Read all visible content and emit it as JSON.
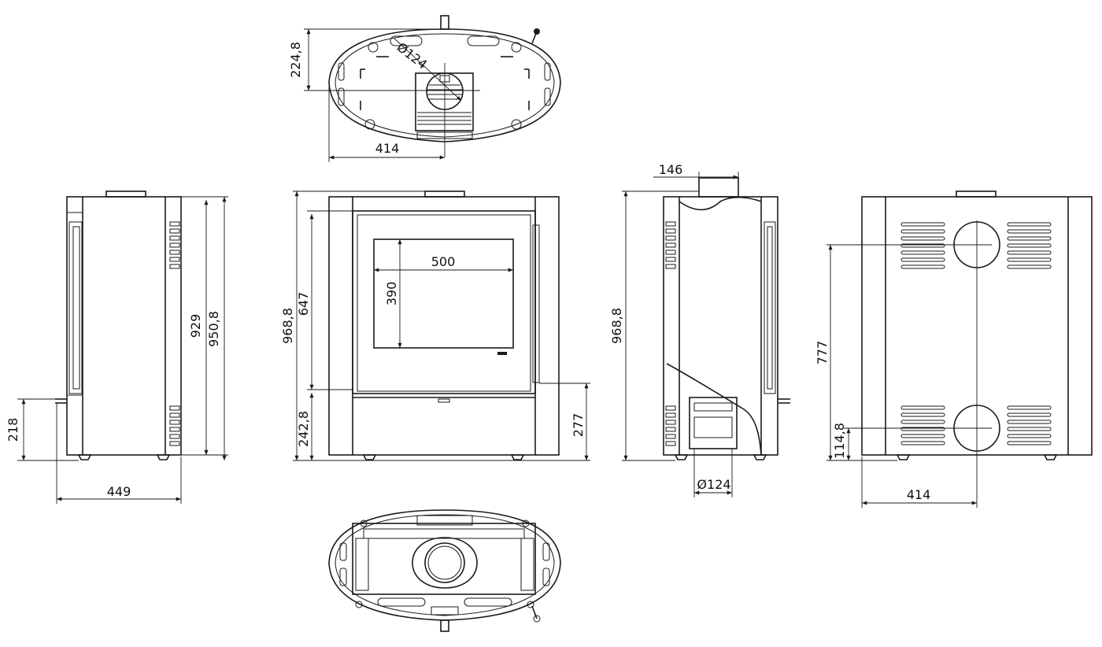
{
  "dimensions": {
    "top_view": {
      "depth": "224,8",
      "flue_diameter": "Ø124",
      "width_to_flue": "414"
    },
    "left_side_view": {
      "height_1": "929",
      "height_2": "950,8",
      "base_height": "218",
      "depth": "449"
    },
    "front_view": {
      "total_height": "968,8",
      "door_height": "647",
      "window_width": "500",
      "window_height": "390",
      "bottom_height": "242,8",
      "outlet_height": "277"
    },
    "right_side_view": {
      "top_offset": "146",
      "total_height": "968,8",
      "flue_diameter": "Ø124"
    },
    "rear_view": {
      "upper_outlet_height": "777",
      "lower_outlet_height": "114,8",
      "outlet_offset": "414"
    }
  }
}
